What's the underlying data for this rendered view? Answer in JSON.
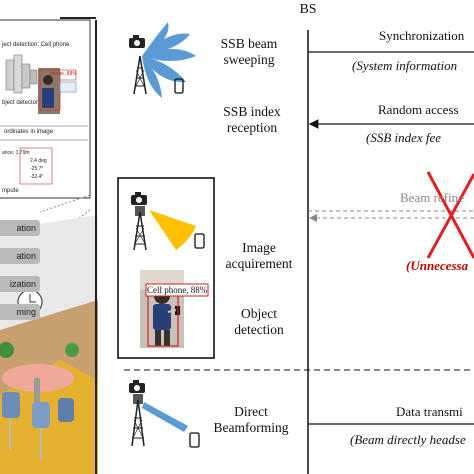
{
  "bs_label": "BS",
  "stages": {
    "ssb_beam_sweeping": "SSB beam sweeping",
    "ssb_index_reception": "SSB index reception",
    "image_acquirement": "Image acquirement",
    "object_detection": "Object detection",
    "direct_beamforming": "Direct Beamforming"
  },
  "messages": {
    "synchronization": "Synchronization",
    "system_information": "(System information",
    "random_access": "Random access",
    "ssb_index_feedback": "(SSB index fee",
    "beam_refinement": "Beam refine",
    "unnecessary": "(Unnecessa",
    "data_transmission": "Data transmi",
    "beam_directly": "(Beam directly headse"
  },
  "detection_box_label": "Cell phone, 88%",
  "left_panel": {
    "inset_title": "ject detection: Cell phone",
    "detector_label": "bject detector",
    "coords_label": "ordinates in image",
    "small_box_label": "phone, 88%",
    "metric_lines": [
      "ance: 1.79m",
      "2.4 deg",
      "-25.7°",
      "-32.4°"
    ],
    "compute_label": "mpute",
    "buttons": [
      "ation",
      "ation",
      "ization",
      "ming"
    ]
  },
  "colors": {
    "beam_blue": "#5b9bd5",
    "beam_yellow": "#ffc000",
    "unnecessary_red": "#c00000",
    "cross_red": "#e02020",
    "gray_text": "#8a8a8a"
  },
  "icons": [
    "camera-icon",
    "tower-icon",
    "phone-icon",
    "cross-icon"
  ]
}
